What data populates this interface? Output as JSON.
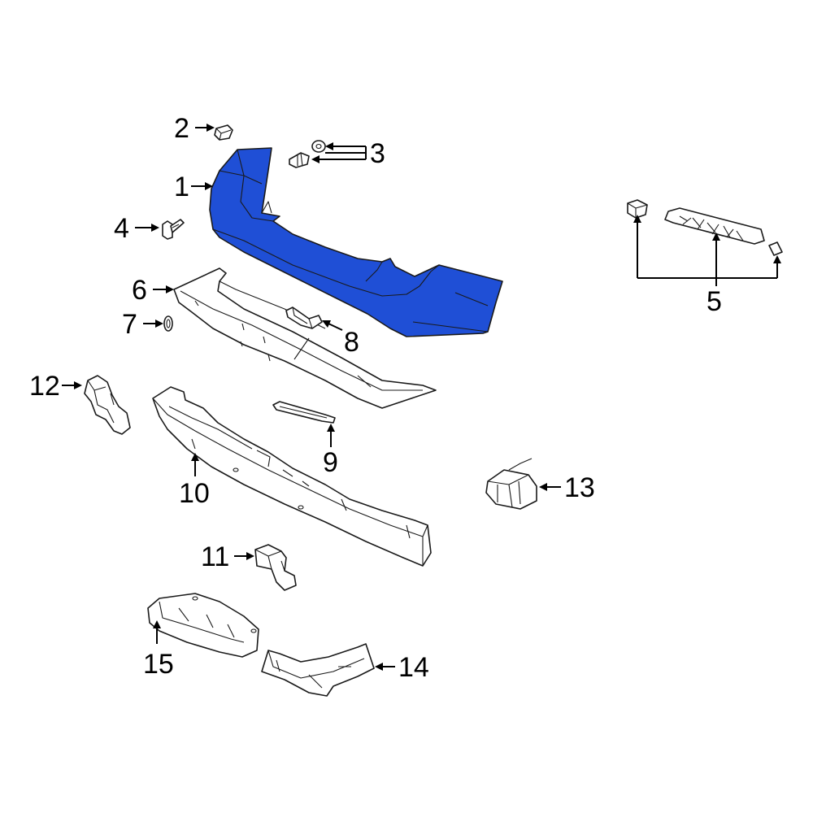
{
  "colors": {
    "highlight": "#1f4fd6",
    "outline": "#1a1a1a",
    "background": "#ffffff"
  },
  "parts": [
    {
      "number": "1",
      "icon": "bumper-cover-icon",
      "highlighted": true
    },
    {
      "number": "2",
      "icon": "clip-icon"
    },
    {
      "number": "3",
      "icon": "bolt-washer-icon"
    },
    {
      "number": "4",
      "icon": "screw-icon"
    },
    {
      "number": "5",
      "icon": "retainer-bracket-icon"
    },
    {
      "number": "6",
      "icon": "lower-valance-icon"
    },
    {
      "number": "7",
      "icon": "grommet-icon"
    },
    {
      "number": "8",
      "icon": "bracket-icon"
    },
    {
      "number": "9",
      "icon": "trim-strip-icon"
    },
    {
      "number": "10",
      "icon": "impact-bar-icon"
    },
    {
      "number": "11",
      "icon": "mount-bracket-icon"
    },
    {
      "number": "12",
      "icon": "side-bracket-icon"
    },
    {
      "number": "13",
      "icon": "sensor-icon"
    },
    {
      "number": "14",
      "icon": "splash-shield-icon"
    },
    {
      "number": "15",
      "icon": "under-cover-icon"
    }
  ]
}
